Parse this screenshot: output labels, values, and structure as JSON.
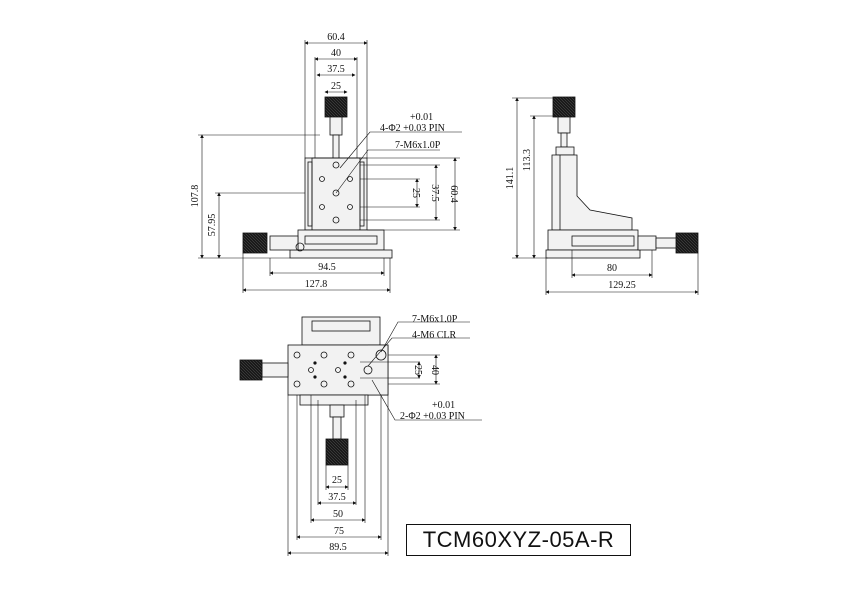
{
  "title_block": {
    "model": "TCM60XYZ-05A-R"
  },
  "front_view": {
    "dims_top": [
      "60.4",
      "40",
      "37.5",
      "25"
    ],
    "dims_right": [
      "25",
      "37.5",
      "60.4"
    ],
    "dims_left": [
      "107.8",
      "57.95"
    ],
    "dims_bottom": [
      "94.5",
      "127.8"
    ],
    "callout_tol": "+0.01",
    "callout_pin": "4-Φ2 +0.03 PIN",
    "callout_thread": "7-M6x1.0P"
  },
  "side_view": {
    "dims_left": [
      "141.1",
      "113.3"
    ],
    "dims_bottom": [
      "80",
      "129.25"
    ]
  },
  "top_view": {
    "callout_thread": "7-M6x1.0P",
    "callout_clr": "4-M6 CLR",
    "dims_right": [
      "25",
      "40"
    ],
    "callout_tol": "+0.01",
    "callout_pin": "2-Φ2 +0.03 PIN",
    "dims_bottom": [
      "25",
      "37.5",
      "50",
      "75",
      "89.5"
    ]
  },
  "colors": {
    "line": "#111111",
    "knob": "#1a1a1a",
    "part": "#f2f2f2"
  }
}
